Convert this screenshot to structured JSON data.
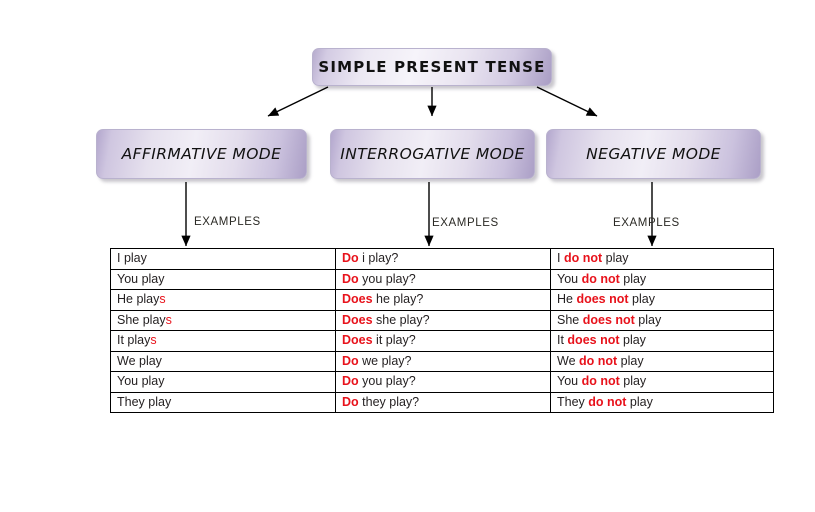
{
  "title_box": {
    "label": "SIMPLE PRESENT TENSE"
  },
  "modes": [
    {
      "label": "AFFIRMATIVE MODE"
    },
    {
      "label": "INTERROGATIVE MODE"
    },
    {
      "label": "NEGATIVE MODE"
    }
  ],
  "examples_labels": [
    "EXAMPLES",
    "EXAMPLES",
    "EXAMPLES"
  ],
  "colors": {
    "highlight": "#e8121b",
    "box_border": "#b9b2ce",
    "box_fill_light": "#f1eef6",
    "box_fill_dark": "#ab9fc6",
    "text": "#231f20",
    "table_border": "#000000"
  },
  "table": {
    "rows": [
      {
        "affirmative": [
          {
            "t": "I play",
            "hl": false
          }
        ],
        "interrogative": [
          {
            "t": "Do",
            "hl": true
          },
          {
            "t": " i play?",
            "hl": false
          }
        ],
        "negative": [
          {
            "t": "I ",
            "hl": false
          },
          {
            "t": "do not",
            "hl": true
          },
          {
            "t": " play",
            "hl": false
          }
        ]
      },
      {
        "affirmative": [
          {
            "t": "You play",
            "hl": false
          }
        ],
        "interrogative": [
          {
            "t": "Do",
            "hl": true
          },
          {
            "t": " you play?",
            "hl": false
          }
        ],
        "negative": [
          {
            "t": "You ",
            "hl": false
          },
          {
            "t": "do not",
            "hl": true
          },
          {
            "t": " play",
            "hl": false
          }
        ]
      },
      {
        "affirmative": [
          {
            "t": "He play",
            "hl": false
          },
          {
            "t": "s",
            "hl": true
          }
        ],
        "interrogative": [
          {
            "t": "Does",
            "hl": true
          },
          {
            "t": " he play?",
            "hl": false
          }
        ],
        "negative": [
          {
            "t": "He ",
            "hl": false
          },
          {
            "t": "does not",
            "hl": true
          },
          {
            "t": " play",
            "hl": false
          }
        ]
      },
      {
        "affirmative": [
          {
            "t": "She play",
            "hl": false
          },
          {
            "t": "s",
            "hl": true
          }
        ],
        "interrogative": [
          {
            "t": "Does",
            "hl": true
          },
          {
            "t": " she play?",
            "hl": false
          }
        ],
        "negative": [
          {
            "t": "She ",
            "hl": false
          },
          {
            "t": "does not",
            "hl": true
          },
          {
            "t": " play",
            "hl": false
          }
        ]
      },
      {
        "affirmative": [
          {
            "t": "It play",
            "hl": false
          },
          {
            "t": "s",
            "hl": true
          }
        ],
        "interrogative": [
          {
            "t": "Does",
            "hl": true
          },
          {
            "t": " it play?",
            "hl": false
          }
        ],
        "negative": [
          {
            "t": "It ",
            "hl": false
          },
          {
            "t": "does not",
            "hl": true
          },
          {
            "t": " play",
            "hl": false
          }
        ]
      },
      {
        "affirmative": [
          {
            "t": "We play",
            "hl": false
          }
        ],
        "interrogative": [
          {
            "t": "Do",
            "hl": true
          },
          {
            "t": " we play?",
            "hl": false
          }
        ],
        "negative": [
          {
            "t": "We ",
            "hl": false
          },
          {
            "t": "do not",
            "hl": true
          },
          {
            "t": " play",
            "hl": false
          }
        ]
      },
      {
        "affirmative": [
          {
            "t": "You play",
            "hl": false
          }
        ],
        "interrogative": [
          {
            "t": "Do",
            "hl": true
          },
          {
            "t": " you play?",
            "hl": false
          }
        ],
        "negative": [
          {
            "t": "You ",
            "hl": false
          },
          {
            "t": "do not",
            "hl": true
          },
          {
            "t": " play",
            "hl": false
          }
        ]
      },
      {
        "affirmative": [
          {
            "t": "They play",
            "hl": false
          }
        ],
        "interrogative": [
          {
            "t": "Do",
            "hl": true
          },
          {
            "t": " they play?",
            "hl": false
          }
        ],
        "negative": [
          {
            "t": "They ",
            "hl": false
          },
          {
            "t": "do not",
            "hl": true
          },
          {
            "t": " play",
            "hl": false
          }
        ]
      }
    ]
  }
}
